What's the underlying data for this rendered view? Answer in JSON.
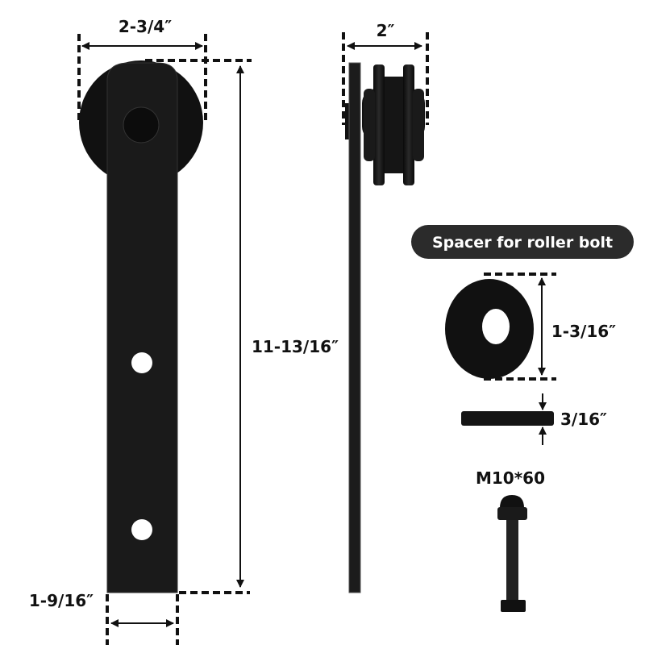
{
  "dimensions": {
    "hanger_width": "2-3/4″",
    "hanger_height": "11-13/16″",
    "strap_width": "1-9/16″",
    "wheel_depth": "2″",
    "spacer_diameter": "1-3/16″",
    "spacer_thickness": "3/16″"
  },
  "spacer_label": "Spacer for roller bolt",
  "bolt_label": "M10*60",
  "colors": {
    "hardware": "#111111",
    "pill_background": "#2b2b2b",
    "pill_text": "#ffffff"
  }
}
